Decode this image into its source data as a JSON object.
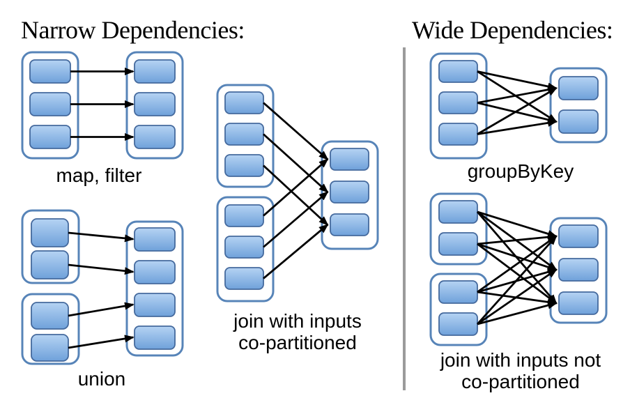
{
  "labels": {
    "narrow_title": "Narrow Dependencies:",
    "wide_title": "Wide Dependencies:",
    "map_filter": "map, filter",
    "union": "union",
    "join_co_line1": "join with inputs",
    "join_co_line2": "co-partitioned",
    "group_by_key": "groupByKey",
    "join_not_co_line1": "join with inputs not",
    "join_not_co_line2": "co-partitioned"
  },
  "colors": {
    "background": "#ffffff",
    "box_fill_top": "#b5d3f3",
    "box_fill_bottom": "#6fa1da",
    "box_border": "#44699d",
    "container_border": "#5784b8",
    "arrow": "#000000",
    "divider": "#9b9b9b",
    "text": "#000000"
  },
  "figure": {
    "type": "diagram",
    "topic": "Spark RDD dependency types: narrow vs wide",
    "sections": [
      {
        "title": "Narrow Dependencies:",
        "examples": [
          {
            "name": "map, filter",
            "input_rdds_partition_counts": [
              3
            ],
            "output_partitions": 3,
            "edges": "partition i of input -> partition i of output (1-to-1), 3 arrows"
          },
          {
            "name": "union",
            "input_rdds_partition_counts": [
              2,
              2
            ],
            "output_partitions": 4,
            "edges": "each input partition -> one distinct output partition, 4 arrows"
          },
          {
            "name": "join with inputs co-partitioned",
            "input_rdds_partition_counts": [
              3,
              3
            ],
            "output_partitions": 3,
            "edges": "partition i of each input -> output partition i, 6 arrows"
          }
        ]
      },
      {
        "title": "Wide Dependencies:",
        "examples": [
          {
            "name": "groupByKey",
            "input_rdds_partition_counts": [
              3
            ],
            "output_partitions": 2,
            "edges": "every input partition -> every output partition, 6 arrows"
          },
          {
            "name": "join with inputs not co-partitioned",
            "input_rdds_partition_counts": [
              2,
              2
            ],
            "output_partitions": 3,
            "edges": "every input partition -> every output partition, 12 arrows"
          }
        ]
      }
    ]
  }
}
